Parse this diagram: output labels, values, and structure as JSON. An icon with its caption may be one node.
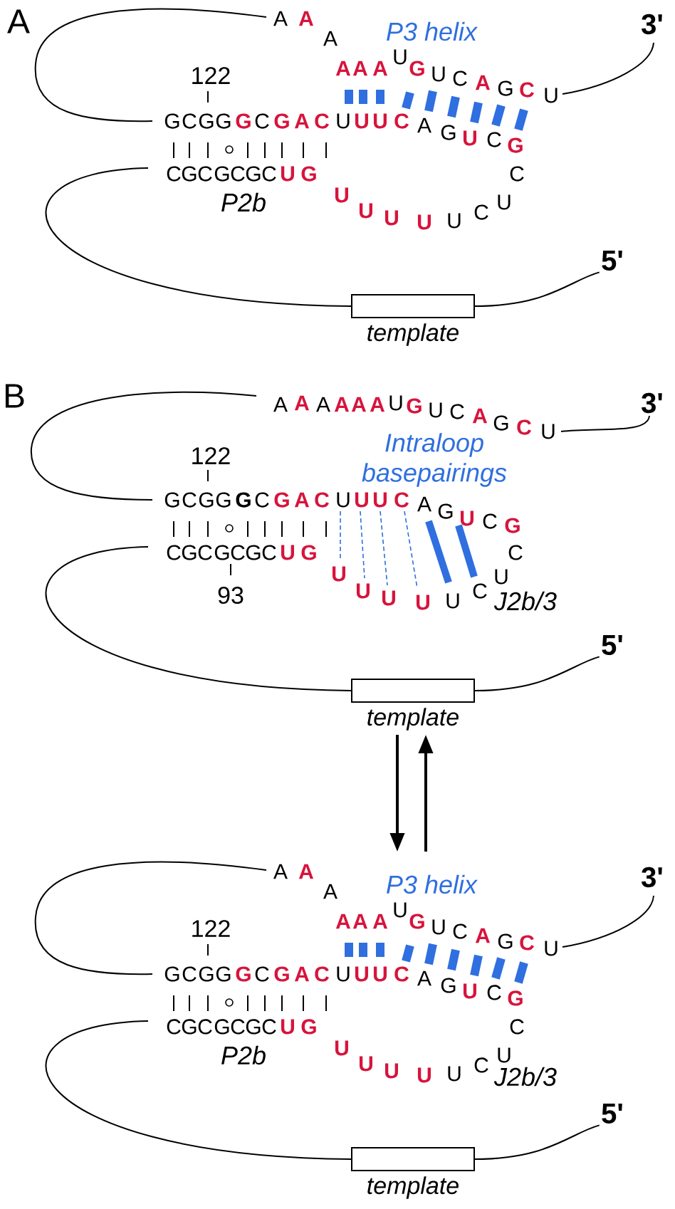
{
  "diagram": {
    "nodes": [
      {
        "text": [
          "template"
        ]
      },
      {
        "text": [
          "template"
        ]
      },
      {
        "text": [
          "template"
        ]
      },
      {
        "text": [
          "5'"
        ]
      },
      {
        "text": [
          "5'"
        ]
      },
      {
        "text": [
          "5'"
        ]
      }
    ],
    "edges": [
      {
        "from": null,
        "to": 0,
        "arrow": "none"
      },
      {
        "from": 0,
        "to": 3,
        "arrow": "none"
      },
      {
        "from": null,
        "to": 1,
        "arrow": "none"
      },
      {
        "from": 1,
        "to": 4,
        "arrow": "none"
      },
      {
        "from": null,
        "to": 2,
        "arrow": "none"
      },
      {
        "from": 2,
        "to": 5,
        "arrow": "none"
      }
    ],
    "labels": [
      "A",
      "A",
      "A",
      "A",
      "P3 helix",
      "3'",
      "A",
      "A",
      "A",
      "U",
      "G",
      "U",
      "C",
      "A",
      "G",
      "C",
      "U",
      "122",
      "G",
      "C",
      "G",
      "G",
      "G",
      "C",
      "G",
      "A",
      "C",
      "U",
      "U",
      "U",
      "C",
      "A",
      "G",
      "U",
      "C",
      "G",
      "C",
      "G",
      "C",
      "G",
      "C",
      "G",
      "C",
      "U",
      "G",
      "C",
      "P2b",
      "U",
      "U",
      "U",
      "U",
      "U",
      "C",
      "U",
      "B",
      "A",
      "A",
      "A",
      "A",
      "A",
      "A",
      "U",
      "G",
      "U",
      "C",
      "A",
      "G",
      "C",
      "U",
      "3'",
      "Intraloop basepairings",
      "122",
      "G",
      "C",
      "G",
      "G",
      "G",
      "C",
      "G",
      "A",
      "C",
      "U",
      "U",
      "U",
      "C",
      "A",
      "G",
      "U",
      "C",
      "G",
      "C",
      "G",
      "C",
      "G",
      "C",
      "G",
      "C",
      "U",
      "G",
      "C",
      "93",
      "U",
      "U",
      "U",
      "U",
      "U",
      "C",
      "U",
      "J2b/3",
      "A",
      "A",
      "A",
      "P3 helix",
      "3'",
      "A",
      "A",
      "A",
      "U",
      "G",
      "U",
      "C",
      "A",
      "G",
      "C",
      "U",
      "122",
      "G",
      "C",
      "G",
      "G",
      "G",
      "C",
      "G",
      "A",
      "C",
      "U",
      "U",
      "U",
      "C",
      "A",
      "G",
      "U",
      "C",
      "G",
      "C",
      "G",
      "C",
      "G",
      "C",
      "G",
      "C",
      "U",
      "G",
      "C",
      "P2b",
      "U",
      "U",
      "U",
      "U",
      "U",
      "C",
      "U",
      "J2b/3"
    ]
  }
}
